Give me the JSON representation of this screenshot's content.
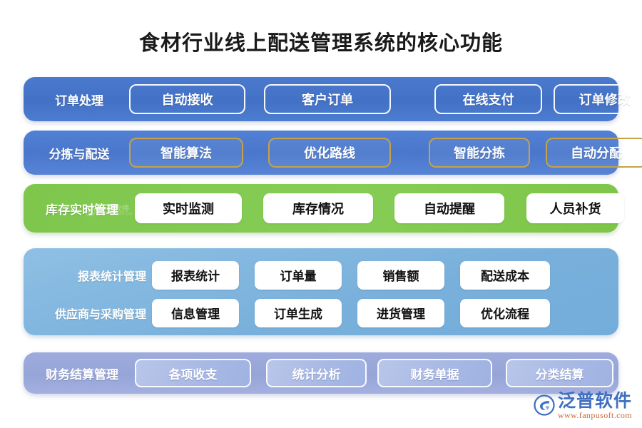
{
  "page": {
    "title": "食材行业线上配送管理系统的核心功能"
  },
  "bands": {
    "orders": {
      "label": "订单处理",
      "color": "#4271c6",
      "items": [
        "自动接收",
        "客户订单",
        "在线支付",
        "订单修改"
      ]
    },
    "sorting": {
      "label": "分拣与配送",
      "color": "#4a77cb",
      "border_color": "#c7a246",
      "items": [
        "智能算法",
        "优化路线",
        "智能分拣",
        "自动分配"
      ]
    },
    "stock": {
      "label": "库存实时管理",
      "color": "#7ec64c",
      "items": [
        "实时监测",
        "库存情况",
        "自动提醒",
        "人员补货"
      ]
    },
    "reports": {
      "color": "#78b0db",
      "rows": [
        {
          "label": "报表统计管理",
          "items": [
            "报表统计",
            "订单量",
            "销售额",
            "配送成本"
          ]
        },
        {
          "label": "供应商与采购管理",
          "items": [
            "信息管理",
            "订单生成",
            "进货管理",
            "优化流程"
          ]
        }
      ]
    },
    "finance": {
      "label": "财务结算管理",
      "color": "#96a4d7",
      "items": [
        "各项收支",
        "统计分析",
        "财务单据",
        "分类结算"
      ]
    }
  },
  "watermark": {
    "name": "泛普软件",
    "url": "www.fanpusoft.com"
  },
  "brand": {
    "name": "泛普软件",
    "url": "www.fanpusoft.com",
    "accent": "#3f6fc0",
    "url_color": "#c96b3a"
  }
}
